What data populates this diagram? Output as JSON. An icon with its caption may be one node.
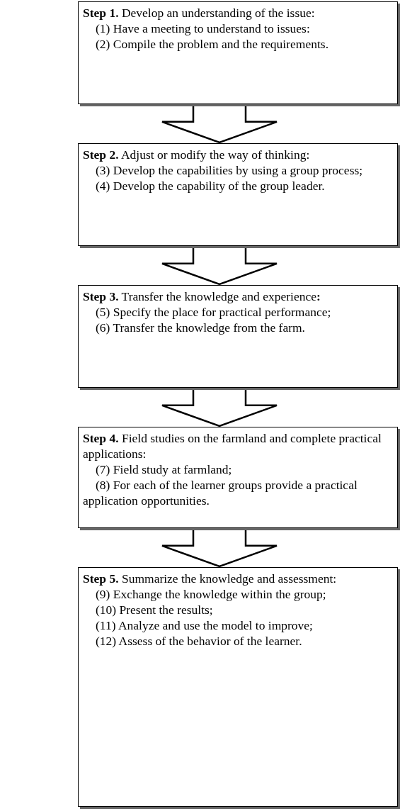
{
  "diagram": {
    "nodes": [
      {
        "text": [
          "**Step 1.** Develop an understanding of the issue:",
          "(1) Have a meeting to understand to issues:",
          "(2) Compile the problem and the requirements."
        ]
      },
      {
        "text": [
          "**Step 2.** Adjust or modify the way of thinking:",
          "(3) Develop the capabilities by using a group process;",
          "(4) Develop the capability of the group leader."
        ]
      },
      {
        "text": [
          "**Step 3.** Transfer the knowledge and experience**:**",
          "(5) Specify the place for practical performance;",
          "(6) Transfer the knowledge from the farm."
        ]
      },
      {
        "text": [
          "**Step 4.** Field studies on the farmland and complete practical applications:",
          "(7) Field study at farmland;",
          "(8) For each of the learner groups provide a practical application opportunities."
        ]
      },
      {
        "text": [
          "**Step 5.** Summarize the knowledge and assessment:",
          "(9) Exchange the knowledge within the group;",
          "(10) Present the results;",
          "(11) Analyze and use the model to improve;",
          "(12) Assess of the behavior of the learner."
        ]
      }
    ],
    "edges": [
      {
        "from": 0,
        "to": 1,
        "arrow": "to"
      },
      {
        "from": 1,
        "to": 2,
        "arrow": "to"
      },
      {
        "from": 2,
        "to": 3,
        "arrow": "to"
      },
      {
        "from": 3,
        "to": 4,
        "arrow": "to"
      }
    ]
  }
}
